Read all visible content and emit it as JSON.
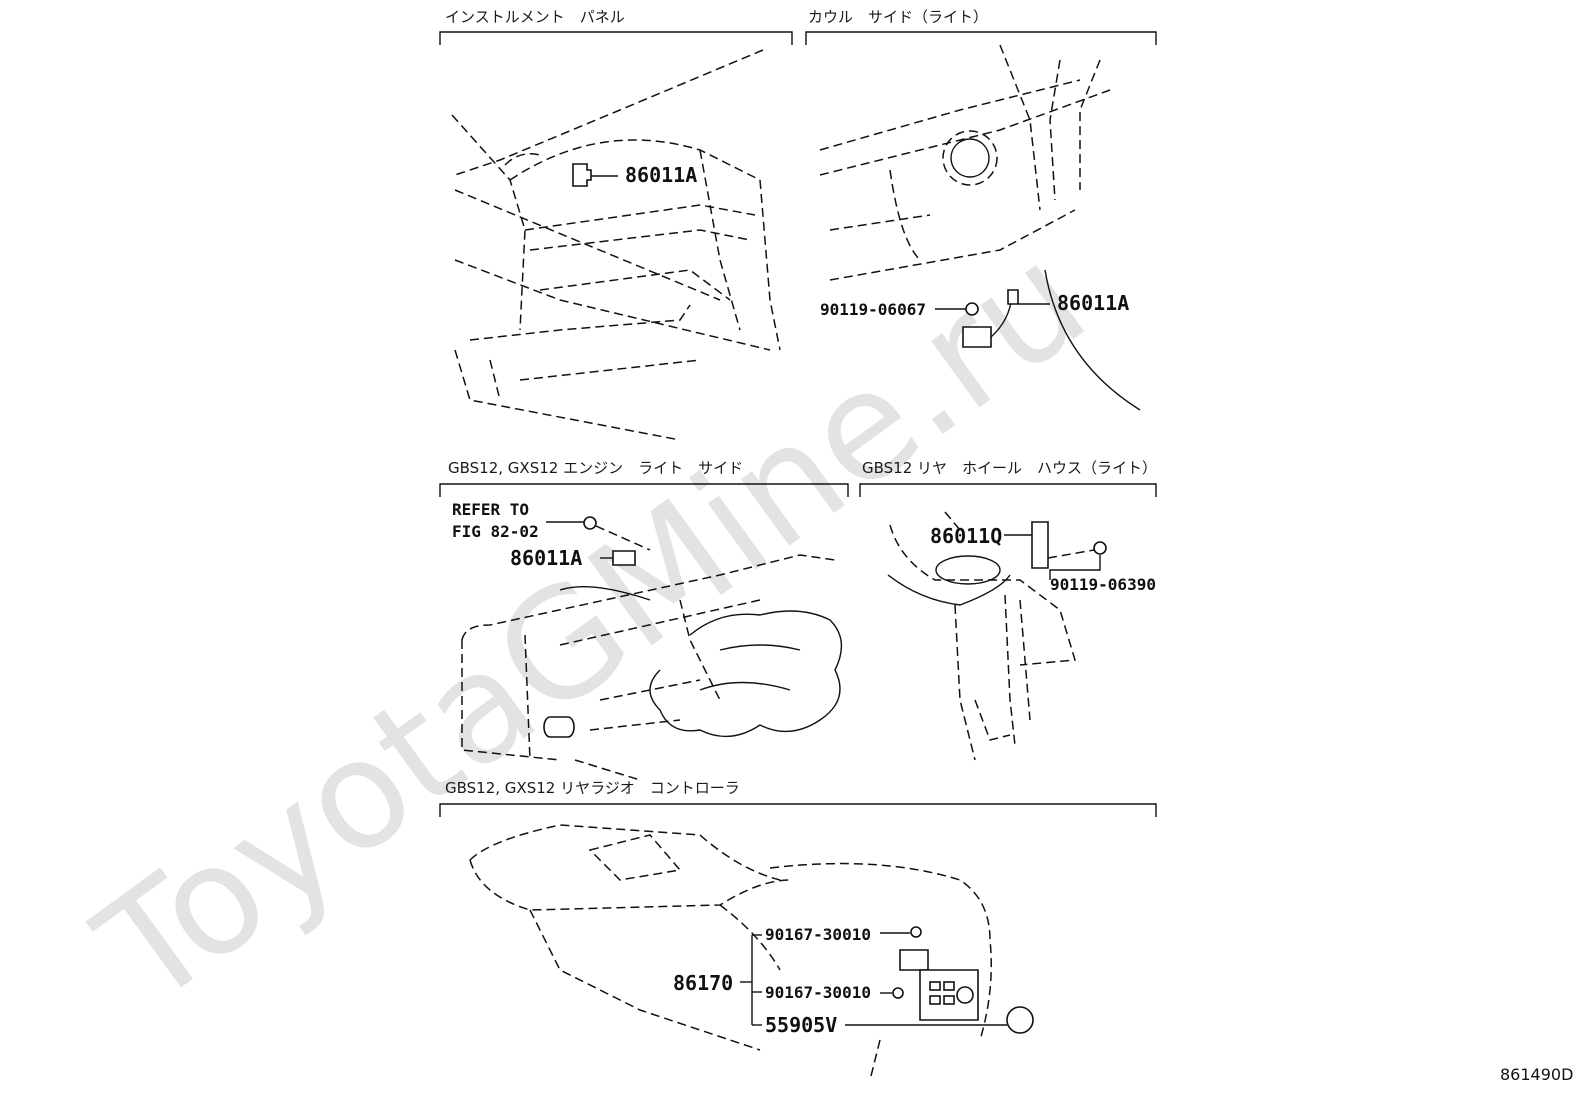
{
  "watermark": "ToyotaGMine.ru",
  "figure_code": "861490D",
  "sections": [
    {
      "id": "instrument-panel",
      "caption": "インストルメント　パネル"
    },
    {
      "id": "cowl-side",
      "caption": "カウル　サイド（ライト）"
    },
    {
      "id": "engine-side",
      "caption": "GBS12, GXS12 エンジン　ライト　サイド"
    },
    {
      "id": "rear-wheel-house",
      "caption": "GBS12 リヤ　ホイール　ハウス（ライト）"
    },
    {
      "id": "rear-radio",
      "caption": "GBS12, GXS12 リヤラジオ　コントローラ"
    }
  ],
  "parts": {
    "p1": "86011A",
    "p2": "86011A",
    "p3": "90119-06067",
    "p4": "86011A",
    "p5": "86011Q",
    "p6": "90119-06390",
    "p7": "86170",
    "p8": "90167-30010",
    "p9": "90167-30010",
    "p10": "55905V"
  },
  "refer": {
    "line1": "REFER TO",
    "line2": "FIG 82-02"
  }
}
